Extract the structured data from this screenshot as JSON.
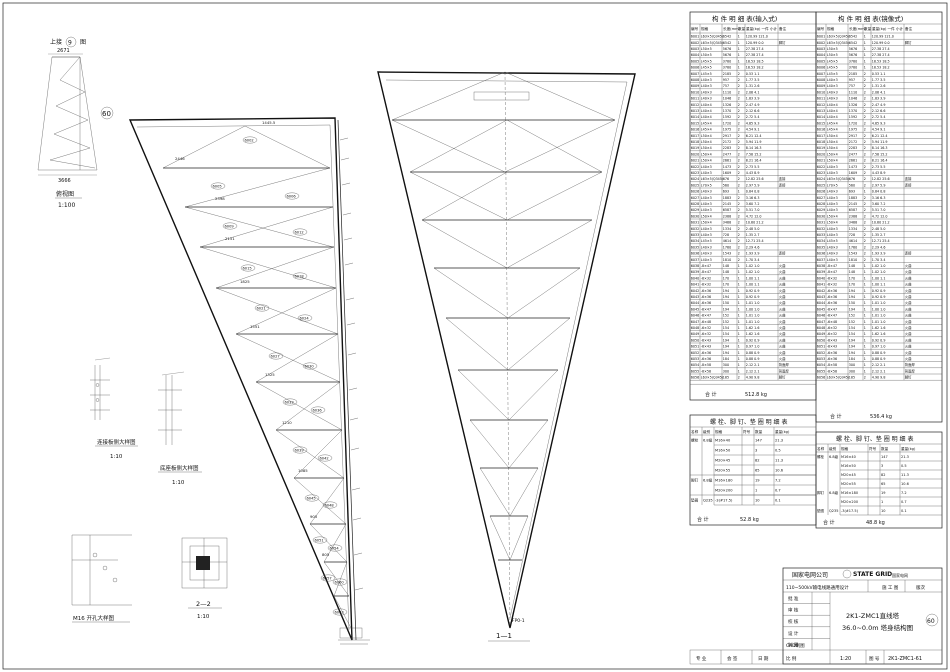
{
  "drawing": {
    "top_label": "上接",
    "top_ref": "9",
    "top_label_suffix": "图",
    "detail_circle": "60",
    "elevation_caption": "俯视图",
    "scale_1_100": "1:100",
    "dim_top": "2671",
    "dim_bottom": "3666",
    "detail1_title": "连接板侧大样图",
    "detail2_title": "底座板侧大样图",
    "scale_1_10": "1:10",
    "section_22": "2—2",
    "foot_caption": "M16 开孔大样图",
    "section_11": "1—1",
    "foot_label": "FP0-1",
    "member_bubbles": [
      "6002",
      "6005",
      "6006",
      "6009",
      "6012",
      "6015",
      "6018",
      "6021",
      "6024",
      "6027",
      "6030",
      "6033",
      "6036",
      "6039",
      "6042",
      "6045",
      "6048",
      "6051",
      "6054",
      "6057",
      "6060",
      "6063"
    ],
    "sample_dims": [
      "1445.5",
      "2446",
      "2398",
      "2151",
      "1825",
      "1551",
      "1325",
      "1210",
      "1085",
      "905",
      "805"
    ]
  },
  "table1": {
    "title": "构 件 明 细 表(输入式)",
    "headers": [
      "编号",
      "规格",
      "长度(mm)",
      "数量",
      "重量(kg) 一件 小计",
      "备注"
    ],
    "rows": [
      [
        "6001",
        "L63×5(Q345)",
        "6542",
        "1",
        "120.99 121.0",
        ""
      ],
      [
        "6002",
        "L63×5(Q345)",
        "6542",
        "1",
        "120.99 0.0",
        "脚钉"
      ],
      [
        "6003",
        "L50×5",
        "5676",
        "1",
        "27.38 27.4",
        ""
      ],
      [
        "6004",
        "L50×5",
        "5676",
        "1",
        "27.38 27.4",
        ""
      ],
      [
        "6005",
        "L45×5",
        "3780",
        "1",
        "18.53 18.5",
        ""
      ],
      [
        "6006",
        "L45×5",
        "3780",
        "1",
        "18.53 18.2",
        ""
      ],
      [
        "6007",
        "L45×5",
        "2185",
        "2",
        "0.53 1.1",
        ""
      ],
      [
        "6008",
        "L40×3",
        "957",
        "2",
        "1.77 3.5",
        ""
      ],
      [
        "6009",
        "L40×3",
        "757",
        "2",
        "1.31 2.6",
        ""
      ],
      [
        "6010",
        "L40×3",
        "1110",
        "2",
        "2.06 4.1",
        ""
      ],
      [
        "6011",
        "L40×3",
        "1046",
        "2",
        "1.83 3.9",
        ""
      ],
      [
        "6012",
        "L40×4",
        "1326",
        "2",
        "2.47 4.9",
        ""
      ],
      [
        "6013",
        "L40×4",
        "1370",
        "2",
        "2.12 6.6",
        ""
      ],
      [
        "6014",
        "L40×4",
        "1592",
        "2",
        "2.72 5.4",
        ""
      ],
      [
        "6015",
        "L45×4",
        "1720",
        "2",
        "4.65 9.3",
        ""
      ],
      [
        "6016",
        "L45×4",
        "1975",
        "2",
        "4.54 9.1",
        ""
      ],
      [
        "6017",
        "L50×4",
        "2917",
        "2",
        "6.21 12.4",
        ""
      ],
      [
        "6018",
        "L50×4",
        "2172",
        "2",
        "5.94 11.9",
        ""
      ],
      [
        "6019",
        "L50×4",
        "2283",
        "2",
        "8.14 16.3",
        ""
      ],
      [
        "6020",
        "L50×4",
        "2477",
        "2",
        "7.58 15.2",
        ""
      ],
      [
        "6021",
        "L50×4",
        "2661",
        "2",
        "8.21 16.4",
        ""
      ],
      [
        "6022",
        "L40×3",
        "1473",
        "2",
        "2.73 5.5",
        ""
      ],
      [
        "6023",
        "L40×3",
        "1609",
        "2",
        "4.43 8.9",
        ""
      ],
      [
        "6024",
        "L63×5(Q345)",
        "676",
        "2",
        "12.82 25.6",
        "连接"
      ],
      [
        "6025",
        "L70×5",
        "560",
        "2",
        "2.97 5.9",
        "连接"
      ],
      [
        "6026",
        "L40×3",
        "693",
        "1",
        "0.84 0.8",
        ""
      ],
      [
        "6027",
        "L40×3",
        "1883",
        "2",
        "3.16 6.3",
        ""
      ],
      [
        "6028",
        "L40×3",
        "2145",
        "2",
        "3.60 7.2",
        ""
      ],
      [
        "6029",
        "L40×3",
        "6587",
        "2",
        "5.51 7.0",
        ""
      ],
      [
        "6030",
        "L50×4",
        "2388",
        "2",
        "4.72 12.0",
        ""
      ],
      [
        "6031",
        "L50×4",
        "3468",
        "2",
        "10.60 21.2",
        ""
      ],
      [
        "6032",
        "L40×3",
        "1334",
        "2",
        "2.48 5.0",
        ""
      ],
      [
        "6033",
        "L40×3",
        "728",
        "2",
        "1.35 2.7",
        ""
      ],
      [
        "6034",
        "L45×5",
        "4614",
        "2",
        "12.71 25.4",
        ""
      ],
      [
        "6035",
        "L40×3",
        "1760",
        "2",
        "2.29 4.6",
        ""
      ],
      [
        "6036",
        "L40×3",
        "1543",
        "2",
        "1.93 3.9",
        "连接"
      ],
      [
        "6037",
        "L40×3",
        "1810",
        "2",
        "1.70 3.4",
        ""
      ],
      [
        "6038",
        "-8×47",
        "148",
        "1",
        "1.02 1.0",
        "火曲"
      ],
      [
        "6039",
        "-8×47",
        "148",
        "1",
        "1.02 1.0",
        "火曲"
      ],
      [
        "6040",
        "-6×32",
        "170",
        "1",
        "1.00 1.1",
        "火曲"
      ],
      [
        "6041",
        "-6×32",
        "170",
        "1",
        "1.00 1.1",
        "火曲"
      ],
      [
        "6042",
        "-6×36",
        "194",
        "1",
        "0.92 0.9",
        "火曲"
      ],
      [
        "6043",
        "-6×36",
        "194",
        "1",
        "0.92 0.9",
        "火曲"
      ],
      [
        "6044",
        "-6×36",
        "150",
        "1",
        "1.01 1.0",
        "火曲"
      ],
      [
        "6045",
        "-6×47",
        "194",
        "1",
        "1.00 1.0",
        "火曲"
      ],
      [
        "6046",
        "-6×47",
        "152",
        "1",
        "1.01 1.0",
        "火曲"
      ],
      [
        "6047",
        "-6×48",
        "152",
        "1",
        "1.01 1.0",
        "火曲"
      ],
      [
        "6048",
        "-6×32",
        "154",
        "1",
        "1.62 1.6",
        "火曲"
      ],
      [
        "6049",
        "-6×32",
        "154",
        "1",
        "1.62 1.6",
        "火曲"
      ],
      [
        "6050",
        "-6×43",
        "194",
        "1",
        "0.92 0.9",
        "火曲"
      ],
      [
        "6051",
        "-6×43",
        "194",
        "1",
        "0.97 1.0",
        "火曲"
      ],
      [
        "6052",
        "-6×36",
        "194",
        "1",
        "0.88 0.9",
        "火曲"
      ],
      [
        "6053",
        "-6×36",
        "184",
        "1",
        "0.88 0.9",
        "火曲"
      ],
      [
        "6054",
        "-8×58",
        "300",
        "1",
        "2.12 2.1",
        "背面焊"
      ],
      [
        "6055",
        "-8×58",
        "300",
        "1",
        "2.12 2.1",
        "背面焊"
      ],
      [
        "6056",
        "L63×5(Q345)",
        "185",
        "2",
        "4.90 9.8",
        "脚钉"
      ]
    ],
    "total_label": "合 计",
    "total_value": "512.8 kg"
  },
  "bolt_table1": {
    "title": "螺 栓、脚 钉、垫 圈 明 细 表",
    "headers": [
      "名称",
      "级别",
      "规格",
      "符号",
      "数量",
      "重量(kg)"
    ],
    "rows": [
      [
        "螺栓",
        "6.8级",
        "M16×40",
        "",
        "147",
        "21.3"
      ],
      [
        "",
        "",
        "M16×50",
        "",
        "3",
        "0.5"
      ],
      [
        "",
        "",
        "M20×45",
        "",
        "82",
        "11.3"
      ],
      [
        "",
        "",
        "M20×55",
        "",
        "65",
        "10.6"
      ],
      [
        "脚钉",
        "6.8级",
        "M16×180",
        "",
        "19",
        "7.2"
      ],
      [
        "",
        "",
        "M20×200",
        "",
        "1",
        "0.7"
      ],
      [
        "垫圈",
        "Q235",
        "-3(#17.5)",
        "",
        "10",
        "0.1"
      ]
    ],
    "total_label": "合 计",
    "total_value": "52.8 kg"
  },
  "table2": {
    "title": "构 件 明 细 表(镜像式)",
    "total_label": "合 计",
    "total_value": "536.4 kg"
  },
  "bolt_table2": {
    "title": "螺 栓、脚 钉、垫 圈 明 细 表",
    "total_label": "合 计",
    "total_value": "48.8 kg"
  },
  "title_block": {
    "company": "国家电网公司",
    "brand": "STATE GRID",
    "brand_sub": "国家电网",
    "project": "110~500kV输电线路通用设计",
    "phase_label": "施 工 图",
    "phase2": "版次",
    "drawing_title_line1": "2K1-ZMC1直线塔",
    "drawing_title_line2": "36.0~0.0m 塔身结构图",
    "sheet_circle": "60",
    "roles": [
      "批 准",
      "审 核",
      "校 核",
      "设 计",
      "制 图"
    ],
    "cad_label": "CAD制图",
    "scale_label": "比 例",
    "scale_value": "1:20",
    "drawing_no_label": "图 号",
    "drawing_no": "2K1-ZMC1-61",
    "bottom_cells": [
      "专 业",
      "会 签",
      "日 期"
    ]
  }
}
